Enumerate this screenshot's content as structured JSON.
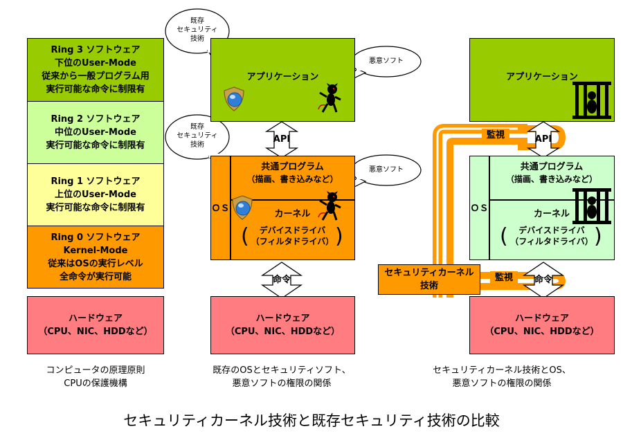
{
  "colors": {
    "ring3": "#99cc00",
    "ring2": "#ccff99",
    "ring1": "#ffff99",
    "ring0": "#ff9900",
    "hardware": "#ff7c80",
    "app_left": "#99cc00",
    "os_left": "#ff9900",
    "app_right": "#99cc00",
    "os_right": "#ccffcc",
    "monitor_band": "#ff9900"
  },
  "left": {
    "ring3": [
      "Ring 3 ソフトウェア",
      "下位のUser-Mode",
      "従来から一般プログラム用",
      "実行可能な命令に制限有"
    ],
    "ring2": [
      "Ring 2 ソフトウェア",
      "中位のUser-Mode",
      "実行可能な命令に制限有"
    ],
    "ring1": [
      "Ring 1 ソフトウェア",
      "上位のUser-Mode",
      "実行可能な命令に制限有"
    ],
    "ring0": [
      "Ring 0 ソフトウェア",
      "Kernel-Mode",
      "従来はOSの実行レベル",
      "全命令が実行可能"
    ],
    "hardware": [
      "ハードウェア",
      "（CPU、NIC、HDDなど）"
    ],
    "caption": [
      "コンピュータの原理原則",
      "CPUの保護機構"
    ]
  },
  "middle": {
    "app": "アプリケーション",
    "bubble_security_top": [
      "既存",
      "セキュリティ",
      "技術"
    ],
    "bubble_malware_top": "悪意ソフト",
    "api": "API",
    "bubble_security_mid": [
      "既存",
      "セキュリティ",
      "技術"
    ],
    "bubble_malware_mid": "悪意ソフト",
    "os_label": "ＯＳ",
    "common": [
      "共通プログラム",
      "（描画、書き込みなど）"
    ],
    "kernel": "カーネル",
    "driver": [
      "デバイスドライバ",
      "（フィルタドライバ）"
    ],
    "command": "命令",
    "hardware": [
      "ハードウェア",
      "（CPU、NIC、HDDなど）"
    ],
    "caption": [
      "既存のOSとセキュリティソフト、",
      "悪意ソフトの権限の関係"
    ]
  },
  "right": {
    "app": "アプリケーション",
    "monitor_top": "監視",
    "api": "API",
    "os_label": "ＯＳ",
    "common": [
      "共通プログラム",
      "（描画、書き込みなど）"
    ],
    "kernel": "カーネル",
    "driver": [
      "デバイスドライバ",
      "（フィルタドライバ）"
    ],
    "seckernel": [
      "セキュリティカーネル",
      "技術"
    ],
    "monitor_bottom": "監視",
    "command": "命令",
    "hardware": [
      "ハードウェア",
      "（CPU、NIC、HDDなど）"
    ],
    "caption": [
      "セキュリティカーネル技術とOS、",
      "悪意ソフトの権限の関係"
    ]
  },
  "title": "セキュリティカーネル技術と既存セキュリティ技術の比較"
}
